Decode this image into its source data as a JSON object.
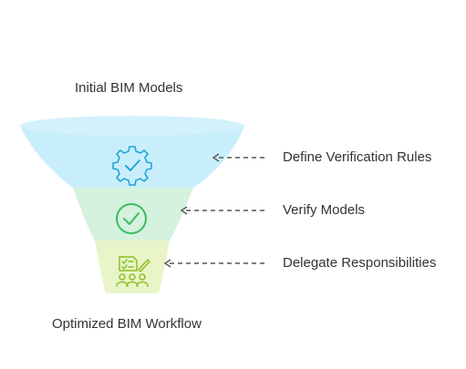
{
  "diagram": {
    "top_label": "Initial BIM Models",
    "bottom_label": "Optimized BIM Workflow",
    "stages": [
      {
        "label": "Define Verification Rules",
        "icon": "gear-check-icon",
        "fill": "#c9eefb",
        "accent": "#22a6d6"
      },
      {
        "label": "Verify Models",
        "icon": "check-circle-icon",
        "fill": "#d4f2dd",
        "accent": "#3dbb63"
      },
      {
        "label": "Delegate Responsibilities",
        "icon": "team-checklist-icon",
        "fill": "#e9f5c8",
        "accent": "#8cbf26"
      }
    ],
    "colors": {
      "funnel_rim": "#d3f1fb",
      "arrow": "#555555",
      "text": "#333333"
    }
  }
}
